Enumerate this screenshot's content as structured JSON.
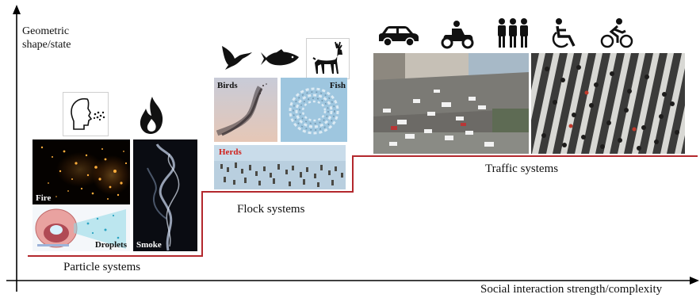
{
  "axes": {
    "y_label": "Geometric shape/state",
    "x_label": "Social interaction strength/complexity"
  },
  "stages": {
    "particle": {
      "label": "Particle systems",
      "tiles": {
        "fire": "Fire",
        "droplets": "Droplets",
        "smoke": "Smoke"
      }
    },
    "flock": {
      "label": "Flock systems",
      "tiles": {
        "birds": "Birds",
        "fish": "Fish",
        "herds": "Herds"
      }
    },
    "traffic": {
      "label": "Traffic systems"
    }
  },
  "icons": {
    "particle": [
      "person-breathing-droplets-icon",
      "flame-icon"
    ],
    "flock": [
      "bird-icon",
      "fish-icon",
      "deer-icon"
    ],
    "traffic": [
      "car-icon",
      "motorcycle-icon",
      "pedestrian-group-icon",
      "wheelchair-icon",
      "bicycle-icon"
    ]
  },
  "colors": {
    "step_line": "#b3282d",
    "axis": "#000000",
    "herds_caption": "#d0201b"
  }
}
